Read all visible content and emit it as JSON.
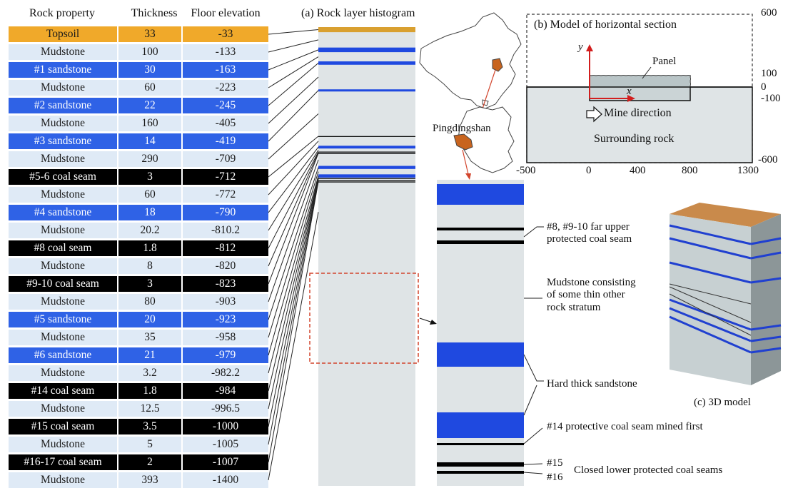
{
  "table": {
    "headers": {
      "property": "Rock property",
      "thickness": "Thickness",
      "floor": "Floor elevation"
    },
    "rows": [
      {
        "property": "Topsoil",
        "thickness": "33",
        "floor": "-33",
        "type": "topsoil"
      },
      {
        "property": "Mudstone",
        "thickness": "100",
        "floor": "-133",
        "type": "mudstone"
      },
      {
        "property": "#1 sandstone",
        "thickness": "30",
        "floor": "-163",
        "type": "sandstone"
      },
      {
        "property": "Mudstone",
        "thickness": "60",
        "floor": "-223",
        "type": "mudstone"
      },
      {
        "property": "#2 sandstone",
        "thickness": "22",
        "floor": "-245",
        "type": "sandstone"
      },
      {
        "property": "Mudstone",
        "thickness": "160",
        "floor": "-405",
        "type": "mudstone"
      },
      {
        "property": "#3 sandstone",
        "thickness": "14",
        "floor": "-419",
        "type": "sandstone"
      },
      {
        "property": "Mudstone",
        "thickness": "290",
        "floor": "-709",
        "type": "mudstone"
      },
      {
        "property": "#5-6 coal seam",
        "thickness": "3",
        "floor": "-712",
        "type": "coal"
      },
      {
        "property": "Mudstone",
        "thickness": "60",
        "floor": "-772",
        "type": "mudstone"
      },
      {
        "property": "#4 sandstone",
        "thickness": "18",
        "floor": "-790",
        "type": "sandstone"
      },
      {
        "property": "Mudstone",
        "thickness": "20.2",
        "floor": "-810.2",
        "type": "mudstone"
      },
      {
        "property": "#8 coal seam",
        "thickness": "1.8",
        "floor": "-812",
        "type": "coal"
      },
      {
        "property": "Mudstone",
        "thickness": "8",
        "floor": "-820",
        "type": "mudstone"
      },
      {
        "property": "#9-10 coal seam",
        "thickness": "3",
        "floor": "-823",
        "type": "coal"
      },
      {
        "property": "Mudstone",
        "thickness": "80",
        "floor": "-903",
        "type": "mudstone"
      },
      {
        "property": "#5 sandstone",
        "thickness": "20",
        "floor": "-923",
        "type": "sandstone"
      },
      {
        "property": "Mudstone",
        "thickness": "35",
        "floor": "-958",
        "type": "mudstone"
      },
      {
        "property": "#6 sandstone",
        "thickness": "21",
        "floor": "-979",
        "type": "sandstone"
      },
      {
        "property": "Mudstone",
        "thickness": "3.2",
        "floor": "-982.2",
        "type": "mudstone"
      },
      {
        "property": "#14 coal seam",
        "thickness": "1.8",
        "floor": "-984",
        "type": "coal"
      },
      {
        "property": "Mudstone",
        "thickness": "12.5",
        "floor": "-996.5",
        "type": "mudstone"
      },
      {
        "property": "#15 coal seam",
        "thickness": "3.5",
        "floor": "-1000",
        "type": "coal"
      },
      {
        "property": "Mudstone",
        "thickness": "5",
        "floor": "-1005",
        "type": "mudstone"
      },
      {
        "property": "#16-17 coal seam",
        "thickness": "2",
        "floor": "-1007",
        "type": "coal"
      },
      {
        "property": "Mudstone",
        "thickness": "393",
        "floor": "-1400",
        "type": "mudstone"
      }
    ]
  },
  "histogram": {
    "title": "(a) Rock layer histogram",
    "total_depth": 1400,
    "colors": {
      "mudstone": "#dfe4e6",
      "sandstone": "#1f49e0",
      "topsoil": "#d9a030",
      "coal": "#000000"
    }
  },
  "map": {
    "location": "Pingdingshan",
    "highlight_color": "#c8641e"
  },
  "section": {
    "title": "(b) Model of horizontal section",
    "panel_label": "Panel",
    "x_axis": "x",
    "y_axis": "y",
    "mine_direction": "Mine direction",
    "surrounding_rock": "Surrounding rock",
    "x_ticks": [
      "-500",
      "0",
      "400",
      "800",
      "1300"
    ],
    "y_ticks": [
      "600",
      "100",
      "0",
      "-100",
      "-600"
    ]
  },
  "detail": {
    "label_far_upper": "#8, #9-10 far upper\nprotected coal seam",
    "label_mudstone": "Mudstone consisting\nof some thin other\nrock stratum",
    "label_hard": "Hard thick sandstone",
    "label_protective": "#14 protective coal seam mined first",
    "label_15": "#15",
    "label_16": "#16",
    "label_closed": "Closed lower protected coal seams"
  },
  "model3d": {
    "caption": "(c) 3D model"
  }
}
